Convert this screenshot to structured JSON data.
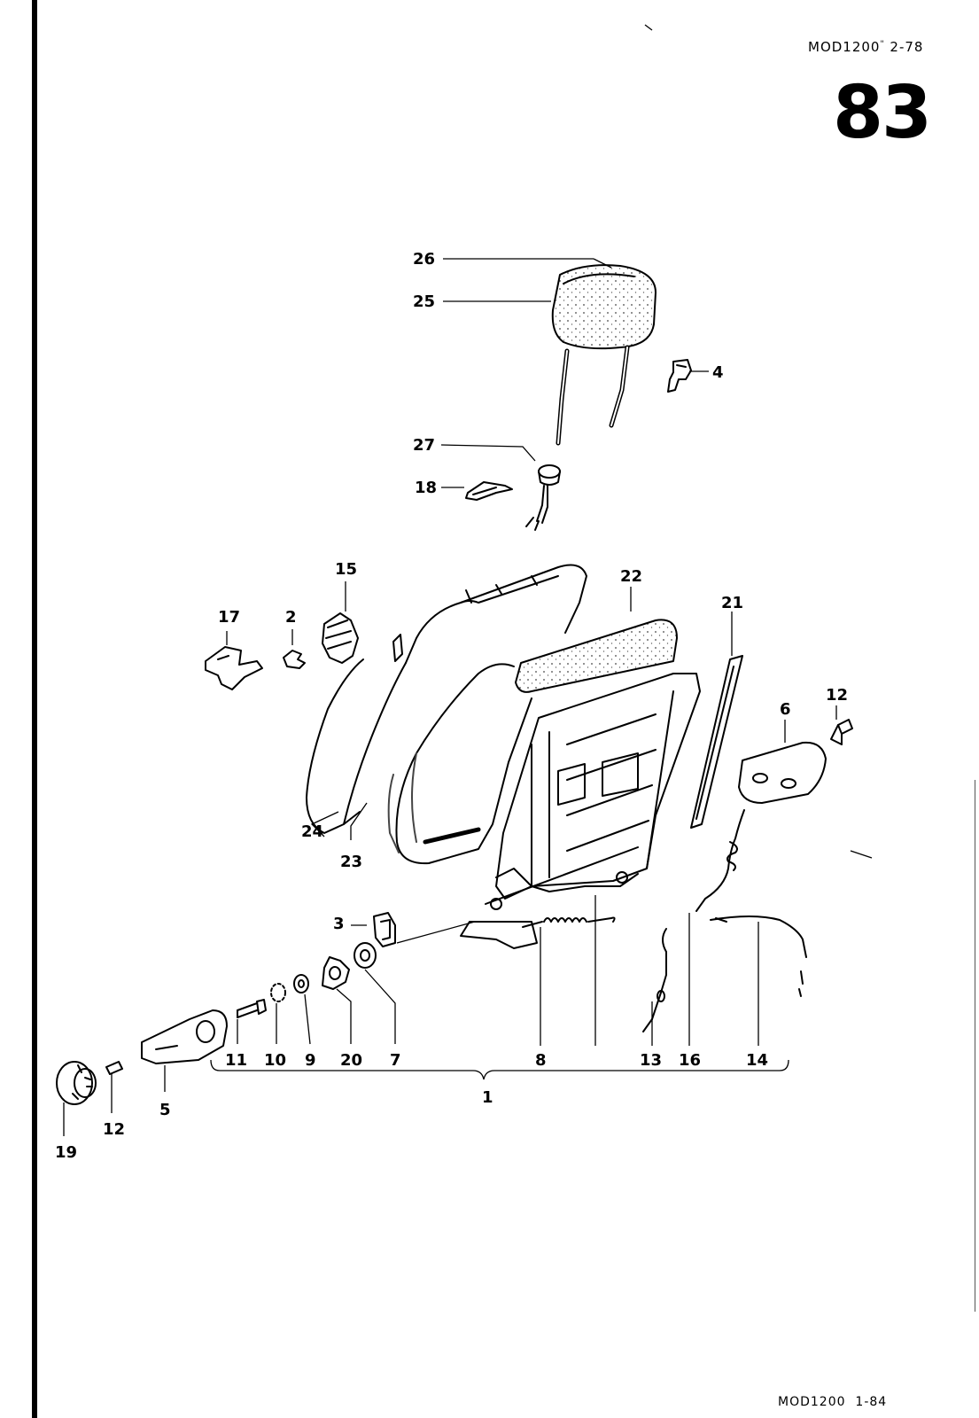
{
  "header": {
    "model_code": "MOD1200",
    "model_code_mark": "\"",
    "date_code": "2-78",
    "page_number": "83"
  },
  "footer": {
    "code": "MOD1200",
    "date": "1-84"
  },
  "callouts": {
    "c1": "1",
    "c2": "2",
    "c3": "3",
    "c4": "4",
    "c5": "5",
    "c6": "6",
    "c7": "7",
    "c8": "8",
    "c9": "9",
    "c10": "10",
    "c11": "11",
    "c12a": "12",
    "c12b": "12",
    "c13": "13",
    "c14": "14",
    "c15": "15",
    "c16": "16",
    "c17": "17",
    "c18": "18",
    "c19": "19",
    "c20": "20",
    "c21": "21",
    "c22": "22",
    "c23": "23",
    "c24": "24",
    "c25": "25",
    "c26": "26",
    "c27": "27"
  }
}
